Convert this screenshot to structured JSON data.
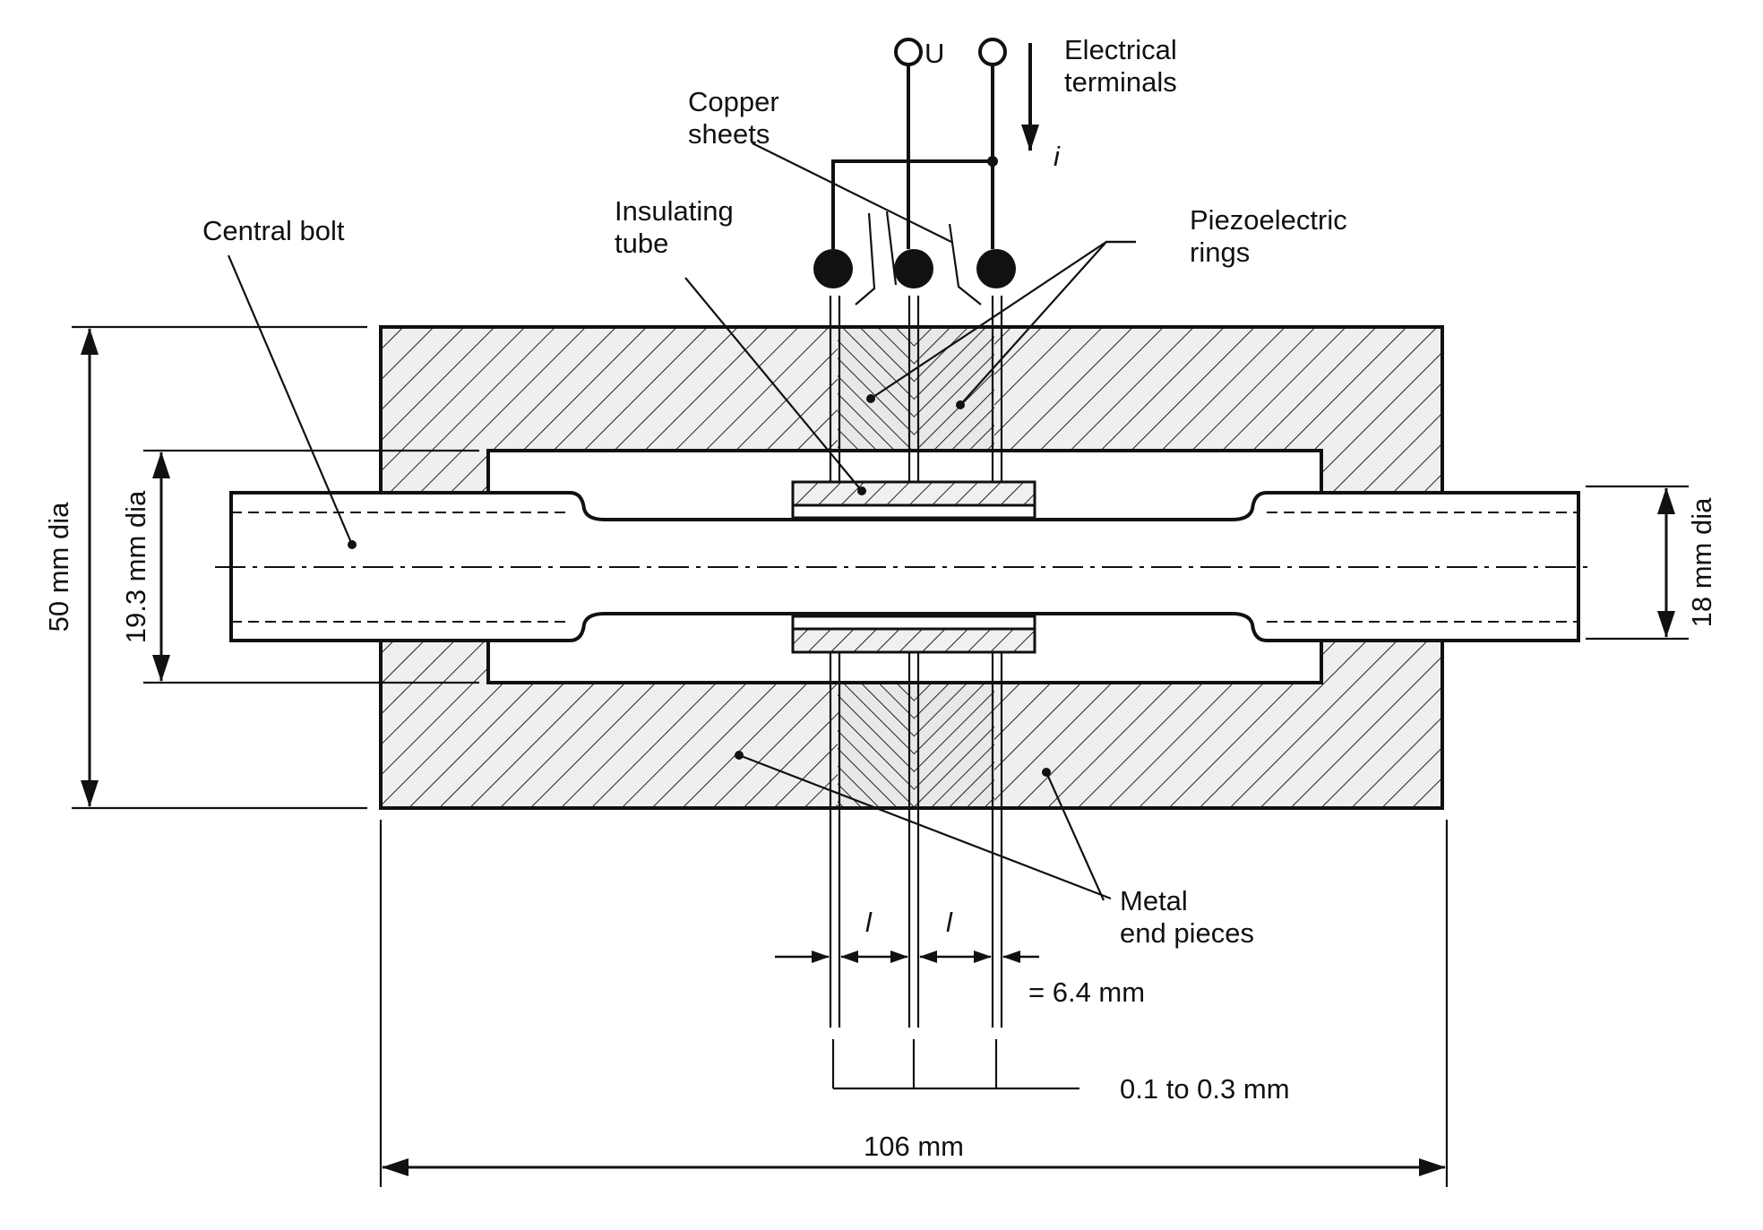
{
  "labels": {
    "voltage": "U",
    "current": "i",
    "electrical_terminals": [
      "Electrical",
      "terminals"
    ],
    "copper_sheets": [
      "Copper",
      "sheets"
    ],
    "insulating_tube": [
      "Insulating",
      "tube"
    ],
    "piezoelectric_rings": [
      "Piezoelectric",
      "rings"
    ],
    "central_bolt": "Central bolt",
    "metal_end_pieces": [
      "Metal",
      "end pieces"
    ],
    "dim_overall_dia": "50 mm dia",
    "dim_inner_dia": "19.3 mm dia",
    "dim_bolt_dia": "18 mm dia",
    "dim_length": "106 mm",
    "dim_ring_length_symbol": "l",
    "dim_ring_length_value": "= 6.4 mm",
    "dim_sheet_thickness": "0.1 to 0.3 mm"
  },
  "colors": {
    "ink": "#111111",
    "body_fill": "#efefef",
    "background": "#ffffff"
  }
}
